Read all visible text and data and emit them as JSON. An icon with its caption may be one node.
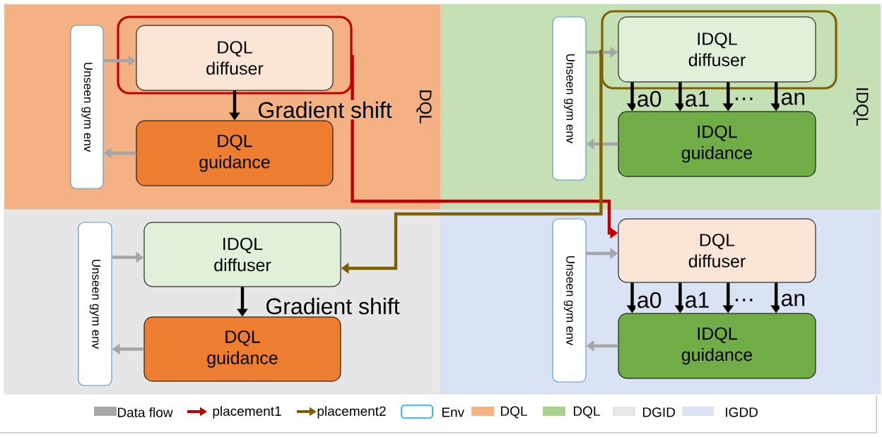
{
  "diagram": {
    "nodes": [
      {
        "text": [
          "DQL"
        ]
      },
      {
        "text": [
          "Unseen gym env"
        ],
        "in": 0
      },
      {
        "text": [],
        "shape": "box",
        "in": 0
      },
      {
        "text": [
          "DQL diffuser"
        ],
        "in": 2
      },
      {
        "text": [
          "DQL guidance"
        ],
        "in": 0
      },
      {
        "text": [
          "IDQL"
        ]
      },
      {
        "text": [
          "Unseen gym env"
        ],
        "in": 5
      },
      {
        "text": [],
        "shape": "box",
        "in": 5
      },
      {
        "text": [
          "IDQL diffuser"
        ],
        "in": 7
      },
      {
        "text": [
          "IDQL guidance"
        ],
        "in": 5
      },
      {
        "text": [],
        "shape": "box"
      },
      {
        "text": [
          "Unseen gym env"
        ],
        "in": 10
      },
      {
        "text": [
          "IDQL diffuser"
        ],
        "in": 10
      },
      {
        "text": [
          "DQL guidance"
        ],
        "in": 10
      },
      {
        "text": [],
        "shape": "box"
      },
      {
        "text": [
          "Unseen gym env"
        ],
        "in": 14
      },
      {
        "text": [
          "DQL diffuser"
        ],
        "in": 14
      },
      {
        "text": [
          "IDQL guidance"
        ],
        "in": 14
      }
    ],
    "edges": [
      {
        "from": 1,
        "to": 3,
        "arrow": "to",
        "color": "#a6a6a6"
      },
      {
        "from": 4,
        "to": 1,
        "arrow": "to",
        "color": "#a6a6a6"
      },
      {
        "from": 3,
        "to": 4,
        "arrow": "to",
        "label": "Gradient shift"
      },
      {
        "from": 6,
        "to": 8,
        "arrow": "to",
        "color": "#a6a6a6"
      },
      {
        "from": 9,
        "to": 6,
        "arrow": "to",
        "color": "#a6a6a6"
      },
      {
        "from": 8,
        "to": 9,
        "arrow": "to",
        "label": "a0"
      },
      {
        "from": 8,
        "to": 9,
        "arrow": "to",
        "label": "a1"
      },
      {
        "from": 8,
        "to": 9,
        "arrow": "to",
        "label": "…"
      },
      {
        "from": 8,
        "to": 9,
        "arrow": "to",
        "label": "an"
      },
      {
        "from": 11,
        "to": 12,
        "arrow": "to",
        "color": "#a6a6a6"
      },
      {
        "from": 13,
        "to": 11,
        "arrow": "to",
        "color": "#a6a6a6"
      },
      {
        "from": 12,
        "to": 13,
        "arrow": "to",
        "label": "Gradient shift"
      },
      {
        "from": 15,
        "to": 16,
        "arrow": "to",
        "color": "#a6a6a6"
      },
      {
        "from": 17,
        "to": 15,
        "arrow": "to",
        "color": "#a6a6a6"
      },
      {
        "from": 16,
        "to": 17,
        "arrow": "to",
        "label": "a0"
      },
      {
        "from": 16,
        "to": 17,
        "arrow": "to",
        "label": "a1"
      },
      {
        "from": 16,
        "to": 17,
        "arrow": "to",
        "label": "…"
      },
      {
        "from": 16,
        "to": 17,
        "arrow": "to",
        "label": "an"
      },
      {
        "from": 2,
        "to": 16,
        "arrow": "to",
        "color": "#c00000"
      },
      {
        "from": 7,
        "to": 12,
        "arrow": "to",
        "color": "#7f6000"
      }
    ],
    "legend": [
      {
        "text": "Data flow",
        "color": "#a6a6a6"
      },
      {
        "text": "placement1"
      },
      {
        "text": "placement2"
      },
      {
        "text": "Env"
      },
      {
        "text": "DQL",
        "color": "#f4b183"
      },
      {
        "text": "DQL",
        "color": "#a9d18e"
      },
      {
        "text": "DGID",
        "color": "#e7e6e6"
      },
      {
        "text": "IGDD",
        "color": "#dae3f3"
      }
    ]
  }
}
